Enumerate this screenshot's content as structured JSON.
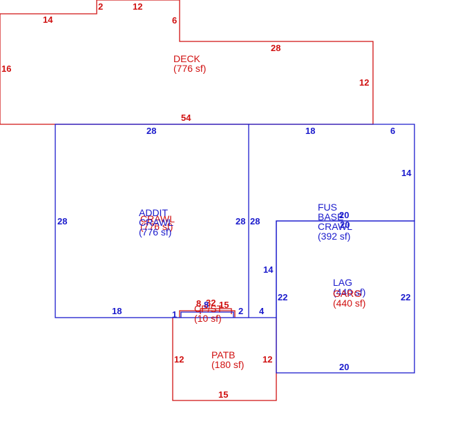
{
  "colors": {
    "red": "#d01010",
    "blue": "#1a1acc",
    "background": "#ffffff"
  },
  "areas": {
    "deck": {
      "name": "DECK",
      "area": "(776 sf)"
    },
    "addit": {
      "name": "ADDIT",
      "overlay_name": "CRAWL",
      "overlay_area": "(776 sf)",
      "area": "(776 sf)"
    },
    "fus": {
      "name": "FUS",
      "line2": "BASE",
      "line3": "CRAWL",
      "area": "(392 sf)"
    },
    "lag": {
      "name": "LAG",
      "area_blue": "(440 sf)",
      "overlay_name": "GARG",
      "area_red": "(440 sf)"
    },
    "patb": {
      "name": "PATB",
      "area": "(180 sf)"
    },
    "cp": {
      "name": "CP/ST",
      "area": "(10 sf)"
    }
  },
  "dimensions": {
    "deck": [
      "14",
      "2",
      "12",
      "6",
      "28",
      "12",
      "54",
      "16"
    ],
    "addit": [
      "28",
      "28",
      "28",
      "18"
    ],
    "fus": [
      "18",
      "6",
      "14",
      "28",
      "20",
      "14",
      "4"
    ],
    "lag": [
      "22",
      "22",
      "20",
      "20"
    ],
    "patb": [
      "12",
      "12",
      "15"
    ],
    "cp": [
      "8",
      "32",
      "8",
      "2",
      "1",
      "15"
    ]
  }
}
